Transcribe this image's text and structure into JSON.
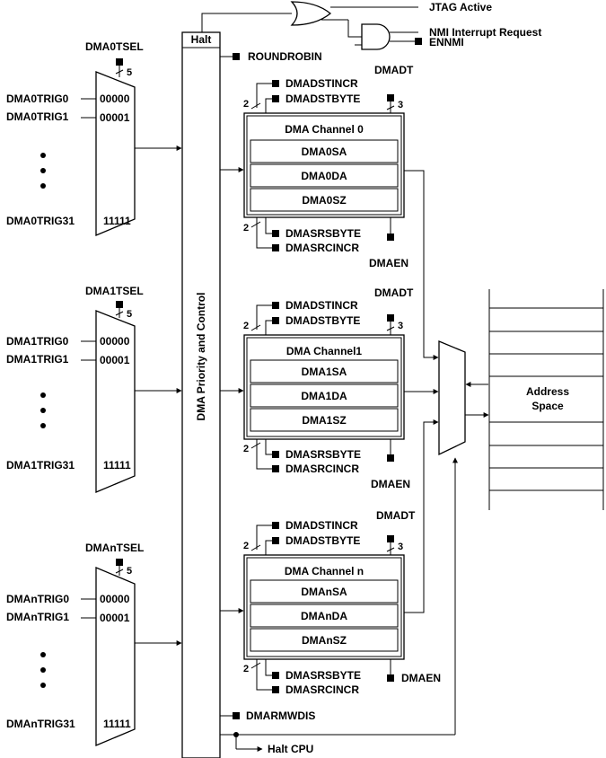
{
  "top": {
    "jtag": "JTAG Active",
    "nmi": "NMI Interrupt Request",
    "ennmi": "ENNMI",
    "halt": "Halt",
    "roundrobin": "ROUNDROBIN"
  },
  "central": {
    "label": "DMA Priority and Control"
  },
  "mux_groups": [
    {
      "tsel": "DMA0TSEL",
      "bits": "5",
      "trig0": "DMA0TRIG0",
      "trig1": "DMA0TRIG1",
      "trig31": "DMA0TRIG31",
      "code0": "00000",
      "code1": "00001",
      "code31": "11111"
    },
    {
      "tsel": "DMA1TSEL",
      "bits": "5",
      "trig0": "DMA1TRIG0",
      "trig1": "DMA1TRIG1",
      "trig31": "DMA1TRIG31",
      "code0": "00000",
      "code1": "00001",
      "code31": "11111"
    },
    {
      "tsel": "DMAnTSEL",
      "bits": "5",
      "trig0": "DMAnTRIG0",
      "trig1": "DMAnTRIG1",
      "trig31": "DMAnTRIG31",
      "code0": "00000",
      "code1": "00001",
      "code31": "11111"
    }
  ],
  "channels": [
    {
      "title": "DMA Channel 0",
      "sa": "DMA0SA",
      "da": "DMA0DA",
      "sz": "DMA0SZ",
      "dmadt": "DMADT",
      "dstincr": "DMADSTINCR",
      "dstbyte": "DMADSTBYTE",
      "srsbyte": "DMASRSBYTE",
      "srcincr": "DMASRCINCR",
      "dmaen": "DMAEN",
      "bits2": "2",
      "bits3": "3",
      "bits2b": "2"
    },
    {
      "title": "DMA Channel1",
      "sa": "DMA1SA",
      "da": "DMA1DA",
      "sz": "DMA1SZ",
      "dmadt": "DMADT",
      "dstincr": "DMADSTINCR",
      "dstbyte": "DMADSTBYTE",
      "srsbyte": "DMASRSBYTE",
      "srcincr": "DMASRCINCR",
      "dmaen": "DMAEN",
      "bits2": "2",
      "bits3": "3",
      "bits2b": "2"
    },
    {
      "title": "DMA Channel n",
      "sa": "DMAnSA",
      "da": "DMAnDA",
      "sz": "DMAnSZ",
      "dmadt": "DMADT",
      "dstincr": "DMADSTINCR",
      "dstbyte": "DMADSTBYTE",
      "srsbyte": "DMASRSBYTE",
      "srcincr": "DMASRCINCR",
      "dmaen": "DMAEN",
      "bits2": "2",
      "bits3": "3",
      "bits2b": "2"
    }
  ],
  "address_space": {
    "line1": "Address",
    "line2": "Space"
  },
  "bottom": {
    "dmarmwdis": "DMARMWDIS",
    "halt_cpu": "Halt CPU"
  }
}
